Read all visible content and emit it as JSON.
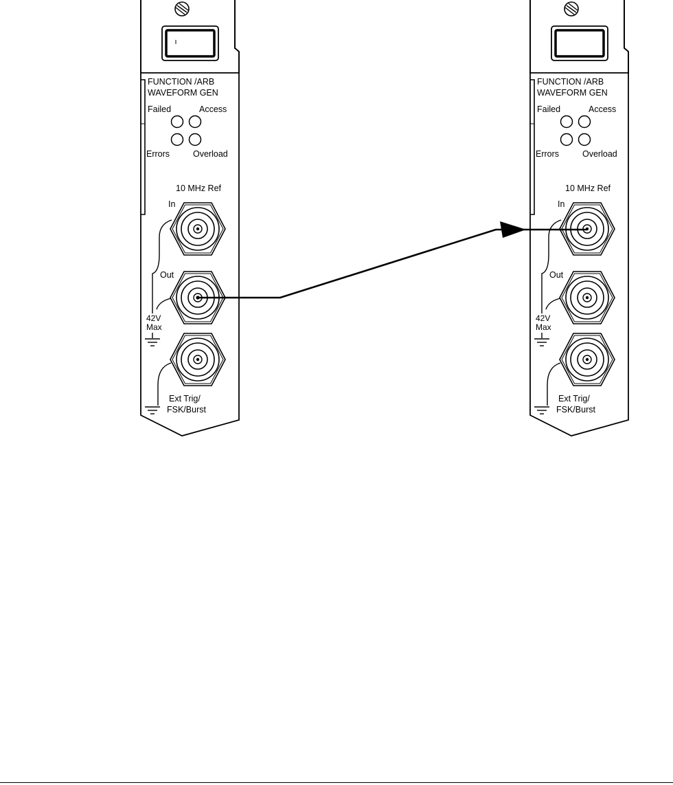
{
  "modules": [
    {
      "id": "left",
      "title_line1": "FUNCTION /ARB",
      "title_line2": "WAVEFORM  GEN",
      "indicators": {
        "failed": "Failed",
        "access": "Access",
        "errors": "Errors",
        "overload": "Overload"
      },
      "ref_title": "10 MHz  Ref",
      "in_label": "In",
      "out_label": "Out",
      "max_line1": "42V",
      "max_line2": "Max",
      "trig_line1": "Ext  Trig/",
      "trig_line2": "FSK/Burst"
    },
    {
      "id": "right",
      "title_line1": "FUNCTION /ARB",
      "title_line2": "WAVEFORM  GEN",
      "indicators": {
        "failed": "Failed",
        "access": "Access",
        "errors": "Errors",
        "overload": "Overload"
      },
      "ref_title": "10 MHz  Ref",
      "in_label": "In",
      "out_label": "Out",
      "max_line1": "42V",
      "max_line2": "Max",
      "trig_line1": "Ext  Trig/",
      "trig_line2": "FSK/Burst"
    }
  ],
  "connection": {
    "from": "left.out",
    "to": "right.in"
  }
}
